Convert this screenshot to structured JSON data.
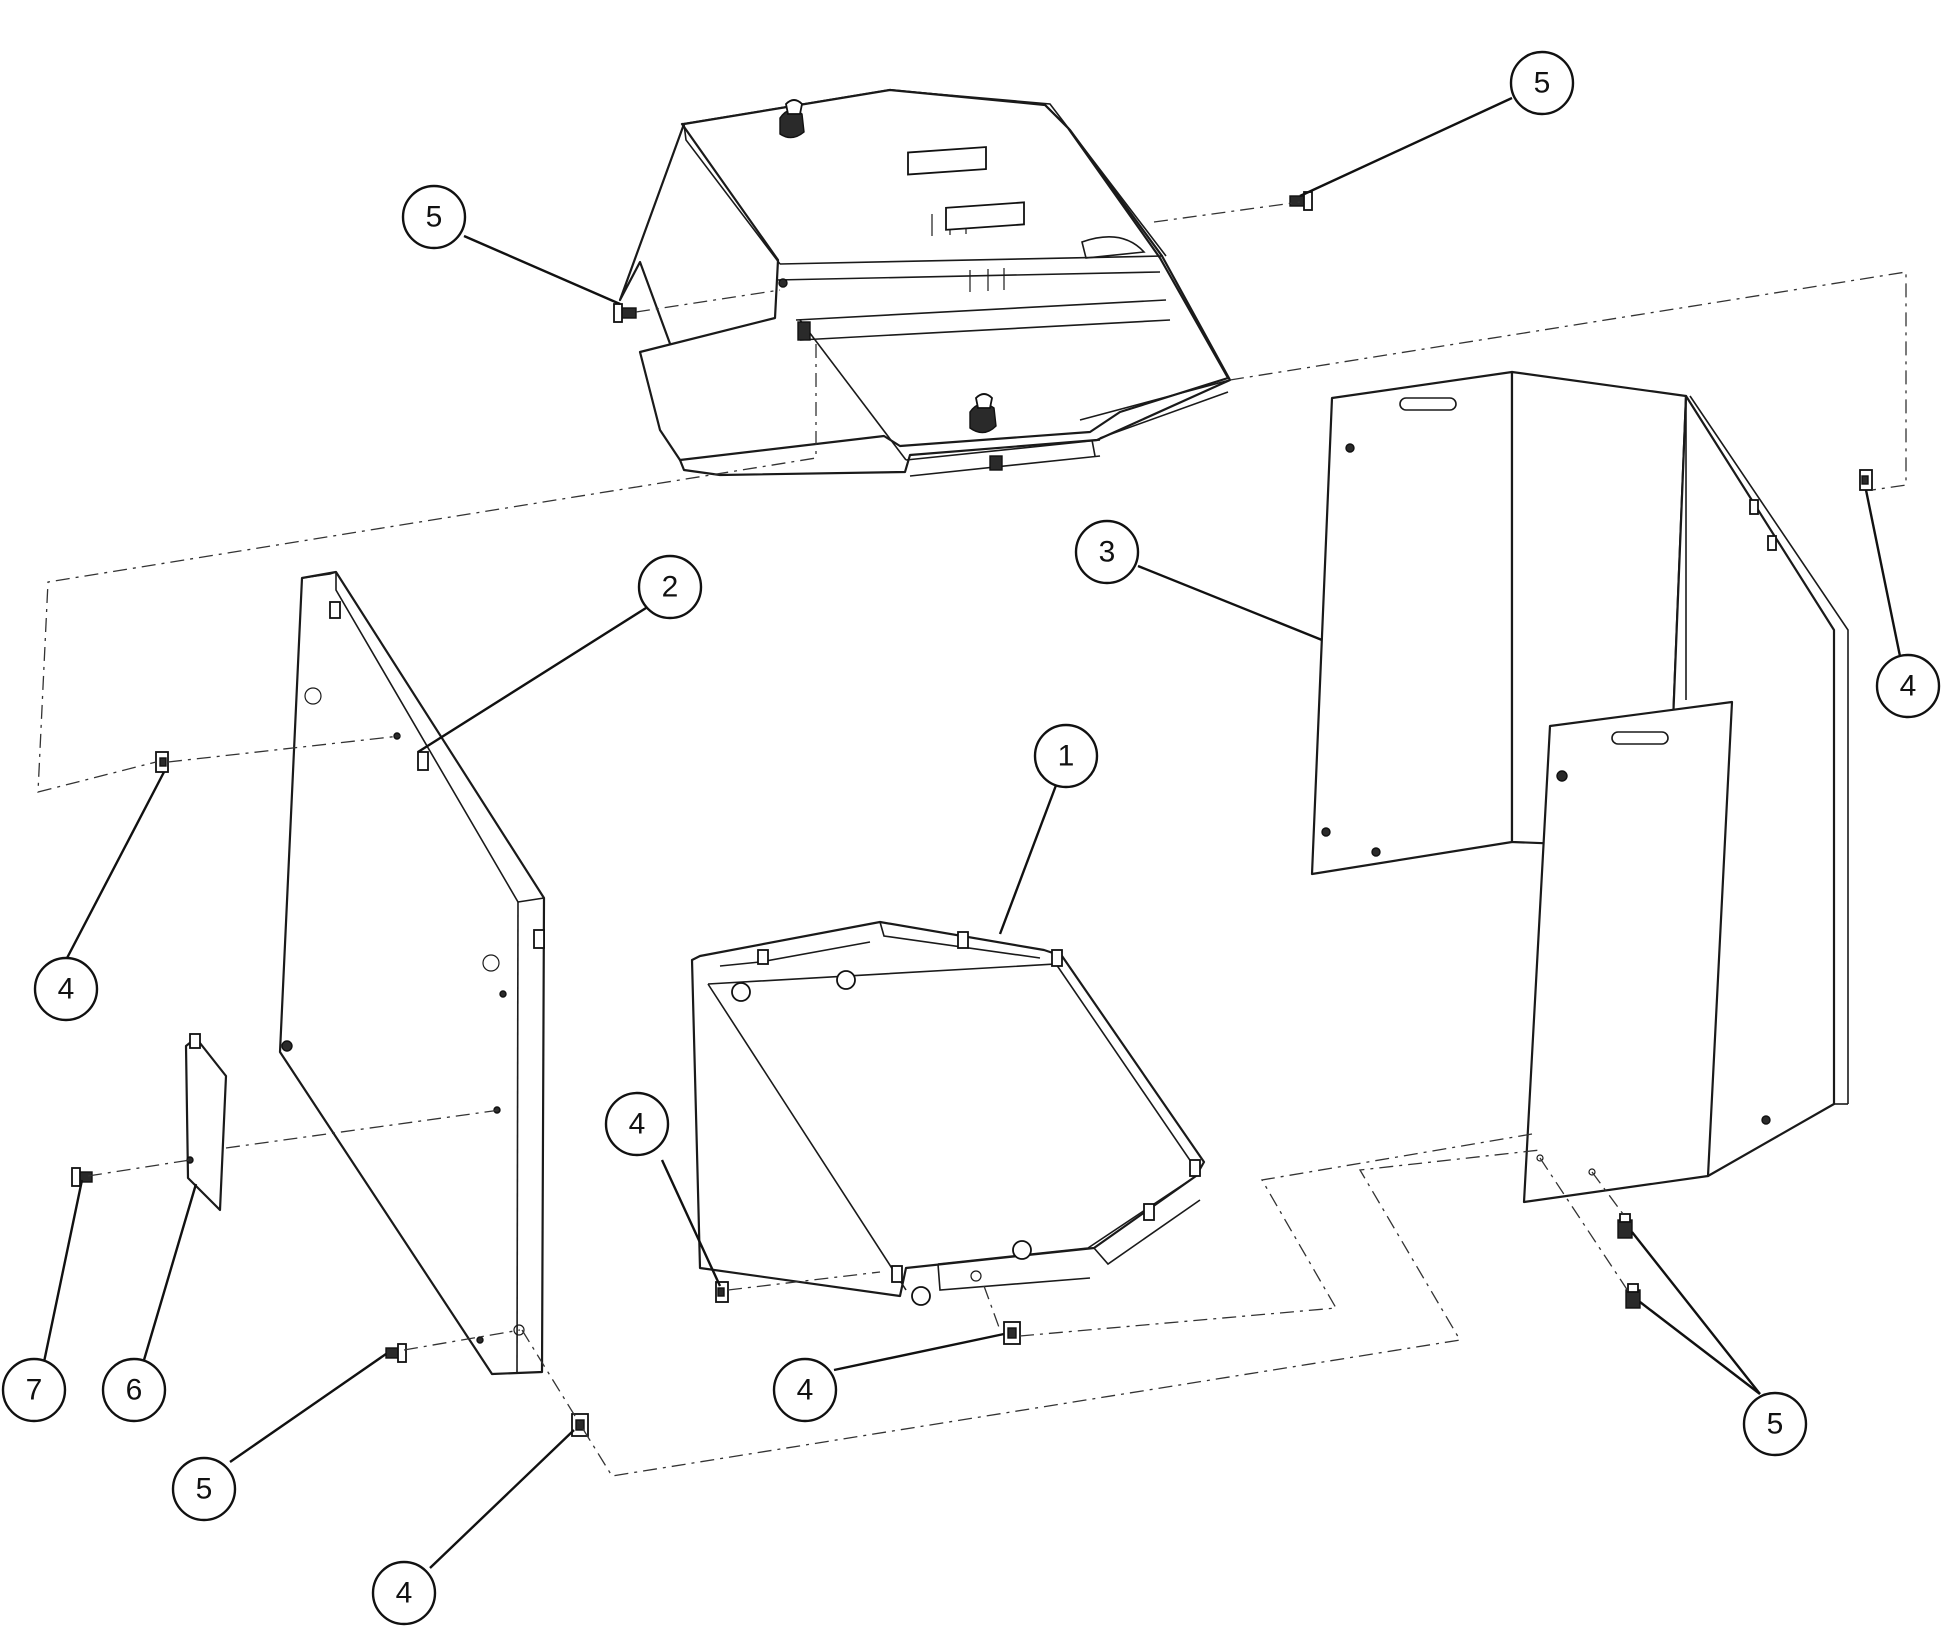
{
  "callouts": [
    {
      "id": "callout-5-top-right",
      "label": "5"
    },
    {
      "id": "callout-5-top-left",
      "label": "5"
    },
    {
      "id": "callout-3",
      "label": "3"
    },
    {
      "id": "callout-4-right",
      "label": "4"
    },
    {
      "id": "callout-2",
      "label": "2"
    },
    {
      "id": "callout-1",
      "label": "1"
    },
    {
      "id": "callout-4-left",
      "label": "4"
    },
    {
      "id": "callout-4-mid",
      "label": "4"
    },
    {
      "id": "callout-4-bottom-center",
      "label": "4"
    },
    {
      "id": "callout-7",
      "label": "7"
    },
    {
      "id": "callout-6",
      "label": "6"
    },
    {
      "id": "callout-5-bottom-left",
      "label": "5"
    },
    {
      "id": "callout-5-bottom-right",
      "label": "5"
    },
    {
      "id": "callout-4-bottom-left",
      "label": "4"
    }
  ]
}
